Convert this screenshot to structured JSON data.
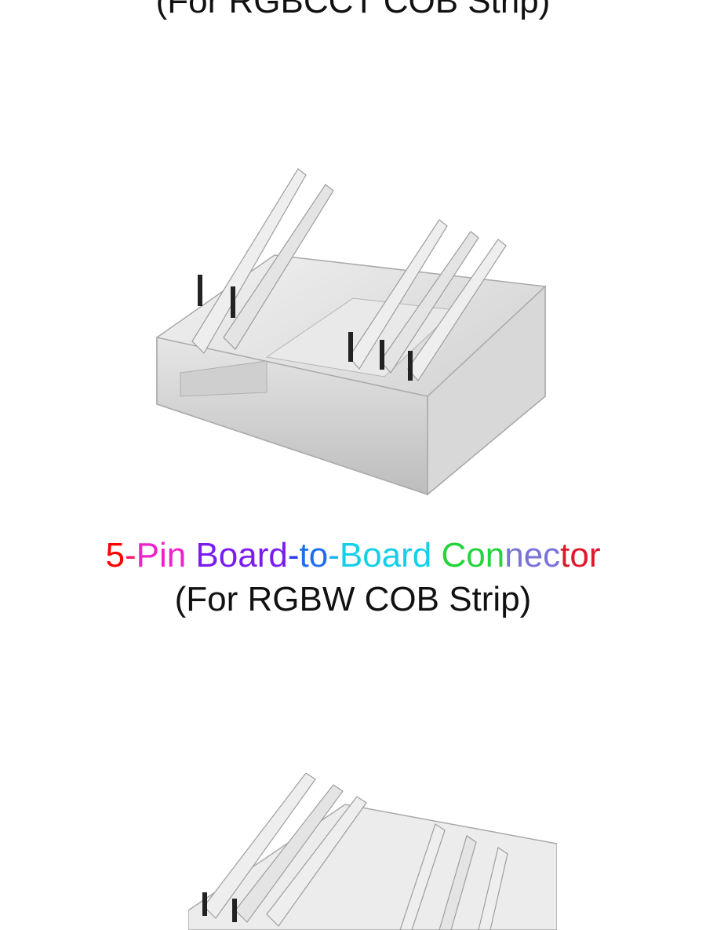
{
  "top_caption": "(For RGBCCT COB Strip)",
  "title": {
    "parts": [
      {
        "text": "5",
        "color": "#ff0000"
      },
      {
        "text": "-",
        "color": "#ff1f6a"
      },
      {
        "text": "Pin ",
        "color": "#ee22cc"
      },
      {
        "text": "Board",
        "color": "#7a1cf0"
      },
      {
        "text": "-",
        "color": "#2a3cf0"
      },
      {
        "text": "to",
        "color": "#1f6ef0"
      },
      {
        "text": "-",
        "color": "#17b6f0"
      },
      {
        "text": "Board ",
        "color": "#14cfe8"
      },
      {
        "text": "Con",
        "color": "#23d43a"
      },
      {
        "text": "nec",
        "color": "#7a74d8"
      },
      {
        "text": "tor",
        "color": "#e0182e"
      }
    ]
  },
  "subtitle": "(For RGBW COB Strip)"
}
